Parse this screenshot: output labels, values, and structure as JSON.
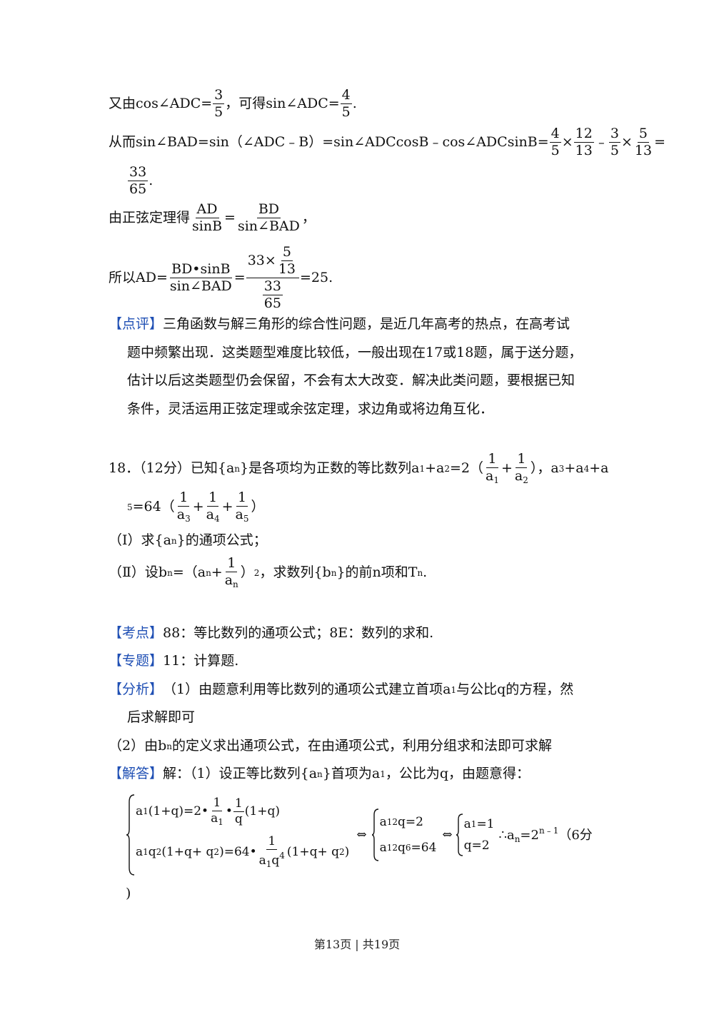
{
  "page": {
    "l1": {
      "a": "又由cos∠ADC=",
      "f1n": "3",
      "f1d": "5",
      "b": "，可得sin∠ADC=",
      "f2n": "4",
      "f2d": "5",
      "c": "."
    },
    "l2": {
      "a": "从而sin∠BAD=sin（∠ADC﹣B）=sin∠ADCcosB﹣cos∠ADCsinB=",
      "f1n": "4",
      "f1d": "5",
      "x1": "×",
      "f2n": "12",
      "f2d": "13",
      "m": "﹣",
      "f3n": "3",
      "f3d": "5",
      "x2": "×",
      "f4n": "5",
      "f4d": "13",
      "eq": "="
    },
    "l3": {
      "fn": "33",
      "fd": "65",
      "dot": "."
    },
    "l4": {
      "a": "由正弦定理得",
      "f1n": "AD",
      "f1d": "sinB",
      "eq": "=",
      "f2n": "BD",
      "f2d": "sin∠BAD",
      "c": "，"
    },
    "l5": {
      "a": "所以AD=",
      "f1n": "BD•sinB",
      "f1d": "sin∠BAD",
      "eq": "=",
      "n1": "33×",
      "nn": "5",
      "nd": "13",
      "dn": "33",
      "dd": "65",
      "r": "=25."
    },
    "comment": {
      "tag": "【点评】",
      "t1": "三角函数与解三角形的综合性问题，是近几年高考的热点，在高考试",
      "t2": "题中频繁出现．这类题型难度比较低，一般出现在17或18题，属于送分题，",
      "t3": "估计以后这类题型仍会保留，不会有太大改变．解决此类问题，要根据已知",
      "t4": "条件，灵活运用正弦定理或余弦定理，求边角或将边角互化．"
    },
    "q18": {
      "a": "18．（12分）已知{a",
      "n": "n",
      "b": "}是各项均为正数的等比数列a",
      "s1": "1",
      "p": "+a",
      "s2": "2",
      "c": "=2（",
      "one": "1",
      "da1": "a",
      "i1": "1",
      "plus": "+",
      "da2": "a",
      "i2": "2",
      "d": "），a",
      "s3": "3",
      "e": "+a",
      "s4": "4",
      "f": "+a",
      "g5": "5",
      "g": "=64（",
      "da3": "a",
      "i3": "3",
      "da4": "a",
      "i4": "4",
      "da5": "a",
      "i5": "5",
      "h": "）"
    },
    "q18i": {
      "a": "（Ⅰ）求{a",
      "n": "n",
      "b": "}的通项公式；"
    },
    "q18ii": {
      "a": "（Ⅱ）设b",
      "n": "n",
      "b": "=（a",
      "c": "+",
      "one": "1",
      "da": "a",
      "dn": "n",
      "d": "）",
      "sq": "2",
      "e": "，求数列{b",
      "f": "}的前n项和T",
      "g": "."
    },
    "kaodian": {
      "tag": "【考点】",
      "t": "88：等比数列的通项公式；8E：数列的求和."
    },
    "zhuanti": {
      "tag": "【专题】",
      "t": "11：计算题."
    },
    "fenxi": {
      "tag": "【分析】",
      "t1a": "（1）由题意利用等比数列的通项公式建立首项a",
      "t1s": "1",
      "t1b": "与公比q的方程，然",
      "t2": "后求解即可"
    },
    "fenxi2": {
      "a": "（2）由b",
      "n": "n",
      "b": "的定义求出通项公式，在由通项公式，利用分组求和法即可求解"
    },
    "jieda": {
      "tag": "【解答】",
      "a": "解：（1）设正等比数列{a",
      "n": "n",
      "b": "}首项为a",
      "s": "1",
      "c": "，公比为q，由题意得："
    },
    "sys": {
      "r1a": "a",
      "r1s": "1",
      "r1b": "(1+q)=2•",
      "r1f1n": "1",
      "r1f1d": "a",
      "r1f1s": "1",
      "r1dot": "•",
      "r1f2n": "1",
      "r1f2d": "q",
      "r1c": "(1+q)",
      "r2a": "a",
      "r2s": "1",
      "r2b": "q",
      "r2p": "2",
      "r2c": "(1+q+ q",
      "r2p2": "2",
      "r2d": ")=64•",
      "r2fn": "1",
      "r2fd": "a",
      "r2fs": "1",
      "r2fq": "q",
      "r2fp": "4",
      "r2e": "(1+q+ q",
      "r2p3": "2",
      "r2f": ")",
      "iff": "⇔",
      "m1a": "a",
      "m1s": "1",
      "m1p": "2",
      "m1b": "q=2",
      "m2a": "a",
      "m2s": "1",
      "m2p": "2",
      "m2b": "q",
      "m2p2": "6",
      "m2c": "=64",
      "k1a": "a",
      "k1s": "1",
      "k1b": "=1",
      "k2": "q=2",
      "res": "∴a",
      "resn": "n",
      "reseq": "=2",
      "resp": "n﹣1",
      "score": "（6分"
    },
    "close": ")",
    "footer": "第13页 | 共19页"
  }
}
